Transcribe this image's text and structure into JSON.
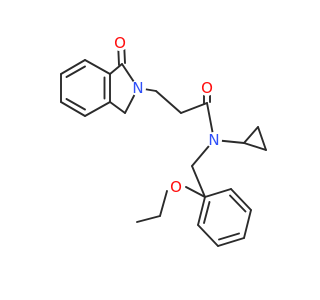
{
  "molecule": {
    "atoms": {
      "o_carbonyl_ring": "O",
      "n_isoindolinone": "N",
      "o_amide": "O",
      "n_amide": "N",
      "o_ether": "O"
    },
    "colors": {
      "bond": "#2b2b2b",
      "oxygen": "#ff0d0d",
      "nitrogen": "#3050f8"
    }
  }
}
